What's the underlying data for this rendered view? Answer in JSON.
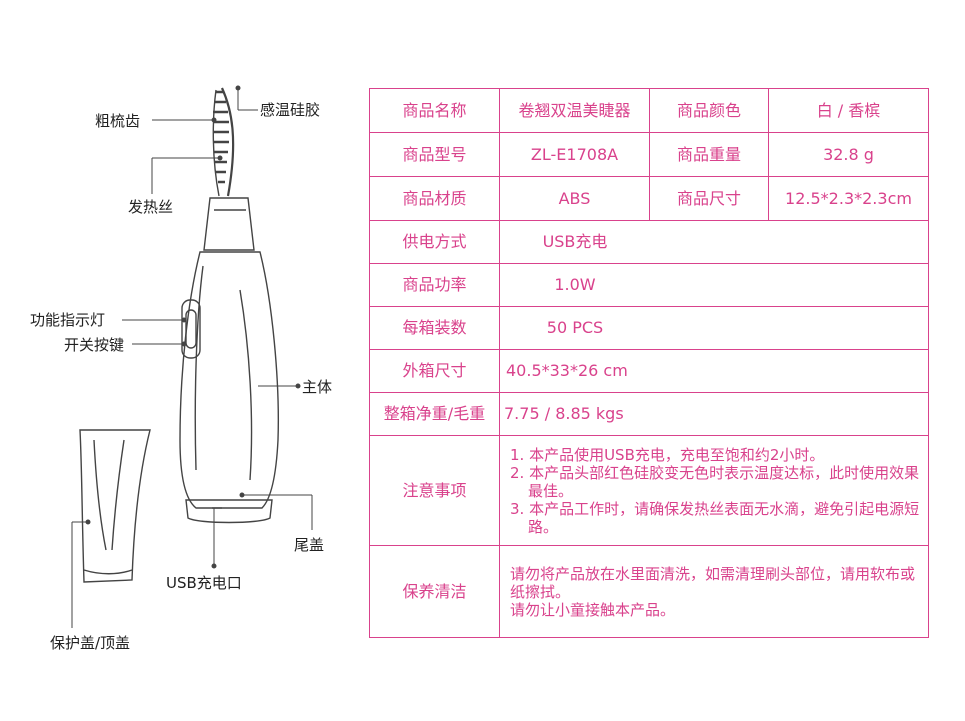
{
  "callouts": {
    "coarse_comb": "粗梳齿",
    "heat_silicone": "感温硅胶",
    "heating_wire": "发热丝",
    "indicator": "功能指示灯",
    "switch": "开关按键",
    "body": "主体",
    "tail_cap": "尾盖",
    "usb_port": "USB充电口",
    "protect_cap": "保护盖/顶盖"
  },
  "specs": {
    "name_label": "商品名称",
    "name_value": "卷翘双温美睫器",
    "color_label": "商品颜色",
    "color_value": "白 / 香槟",
    "model_label": "商品型号",
    "model_value": "ZL-E1708A",
    "weight_label": "商品重量",
    "weight_value": "32.8 g",
    "material_label": "商品材质",
    "material_value": "ABS",
    "size_label": "商品尺寸",
    "size_value": "12.5*2.3*2.3cm",
    "power_label": "供电方式",
    "power_value": "USB充电",
    "wattage_label": "商品功率",
    "wattage_value": "1.0W",
    "box_qty_label": "每箱装数",
    "box_qty_value": "50 PCS",
    "carton_label": "外箱尺寸",
    "carton_value": "40.5*33*26 cm",
    "gross_label": "整箱净重/毛重",
    "gross_value": "7.75 / 8.85 kgs",
    "notes_label": "注意事项",
    "notes": [
      "1. 本产品使用USB充电，充电至饱和约2小时。",
      "2. 本产品头部红色硅胶变无色时表示温度达标，此时使用效果最佳。",
      "3. 本产品工作时，请确保发热丝表面无水滴，避免引起电源短路。"
    ],
    "care_label": "保养清洁",
    "care": [
      "请勿将产品放在水里面清洗，如需清理刷头部位，请用软布或纸擦拭。",
      "请勿让小童接触本产品。"
    ]
  }
}
